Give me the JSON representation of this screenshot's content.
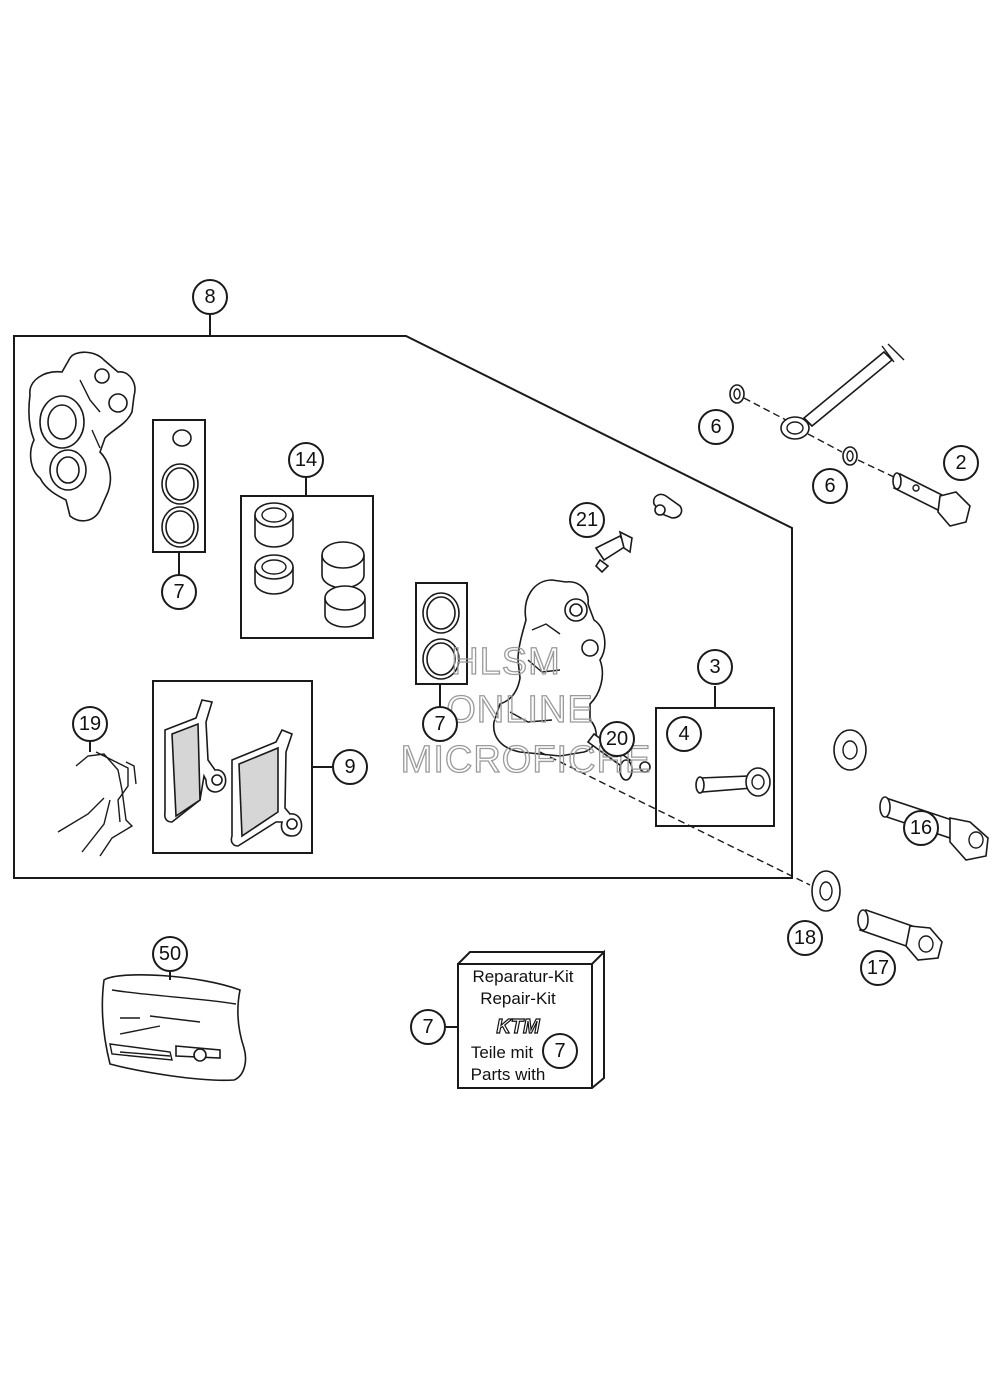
{
  "callouts": {
    "c8": "8",
    "c7a": "7",
    "c14": "14",
    "c21": "21",
    "c6a": "6",
    "c6b": "6",
    "c2": "2",
    "c3": "3",
    "c4": "4",
    "c20": "20",
    "c7b": "7",
    "c19": "19",
    "c9": "9",
    "c16": "16",
    "c18": "18",
    "c17": "17",
    "c50": "50",
    "c7c": "7",
    "c7d": "7"
  },
  "repair_kit": {
    "line1": "Reparatur-Kit",
    "line2": "Repair-Kit",
    "brand": "KTM",
    "line3": "Teile mit",
    "line4": "Parts with"
  },
  "watermark": {
    "line1": "HLSM",
    "line2": "ONLINE",
    "line3": "MICROFICHE"
  }
}
